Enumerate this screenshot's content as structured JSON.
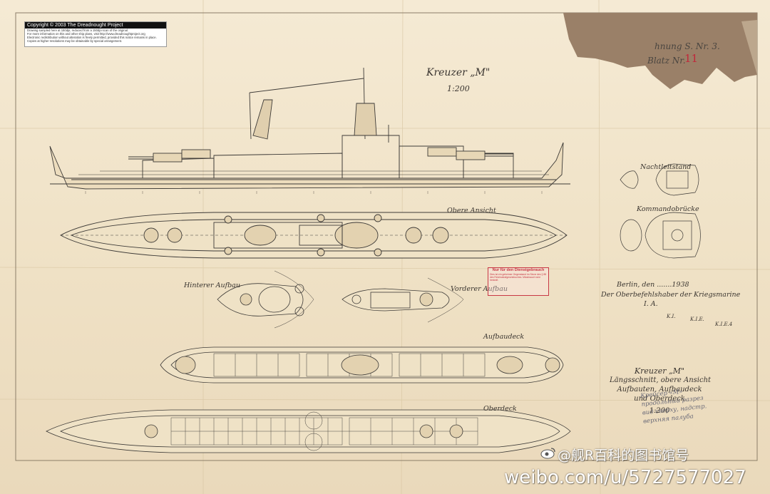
{
  "notice": {
    "title": "Copyright © 2003 The Dreadnought Project",
    "lines": [
      "Drawing sampled here at 150dpi, reduced from a 150dpi scan of the original.",
      "For more information on this and other ship plans, visit http://www.dreadnoughtproject.org",
      "Electronic redistribution without alteration is freely permitted, provided this notice remains in place.",
      "Copies at higher resolutions may be obtainable by special arrangement."
    ]
  },
  "drawing": {
    "title": "Kreuzer „M\"",
    "scale": "1:200",
    "header_number": "hnung S. Nr. 3.",
    "header_sheet": "Blatz Nr.",
    "sheet_number": "11",
    "views": {
      "obere_ansicht": "Obere Ansicht",
      "hinterer_aufbau": "Hinterer Aufbau",
      "vorderer_aufbau": "Vorderer Aufbau",
      "aufbaudeck": "Aufbaudeck",
      "oberdeck": "Oberdeck",
      "nachtleitstand": "Nachtleitstand",
      "kommandobruecke": "Kommandobrücke"
    },
    "approval": {
      "place_date": "Berlin, den .......1938",
      "authority": "Der Oberbefehlshaber der Kriegsmarine",
      "signed": "I. A."
    },
    "initials": [
      "K.I.",
      "K.I.E.",
      "K.I.E.4"
    ],
    "title_block": {
      "line1": "Kreuzer „M\"",
      "line2": "Längsschnitt, obere Ansicht",
      "line3": "Aufbauten, Aufbaudeck",
      "line4": "und Oberdeck",
      "scale": "1:200"
    },
    "stamp": {
      "title": "Nur für den Dienstgebrauch",
      "text": "Dies ist ein geheimer Gegenstand im Sinne des § 88 des Reichsstrafgesetzbuches. Missbrauch wird bestraft."
    },
    "russian_note": [
      "Крейсер «М»",
      "продольный разрез",
      "вид сверху, надстр.",
      "верхняя палуба"
    ]
  },
  "watermark": {
    "handle": "@舰R百科的图书馆号",
    "url": "weibo.com/u/5727577027"
  },
  "colors": {
    "paper": "#f3e8d2",
    "ink": "#3a3530",
    "stamp_red": "#c83845",
    "sheet_number_red": "#c2263a"
  }
}
